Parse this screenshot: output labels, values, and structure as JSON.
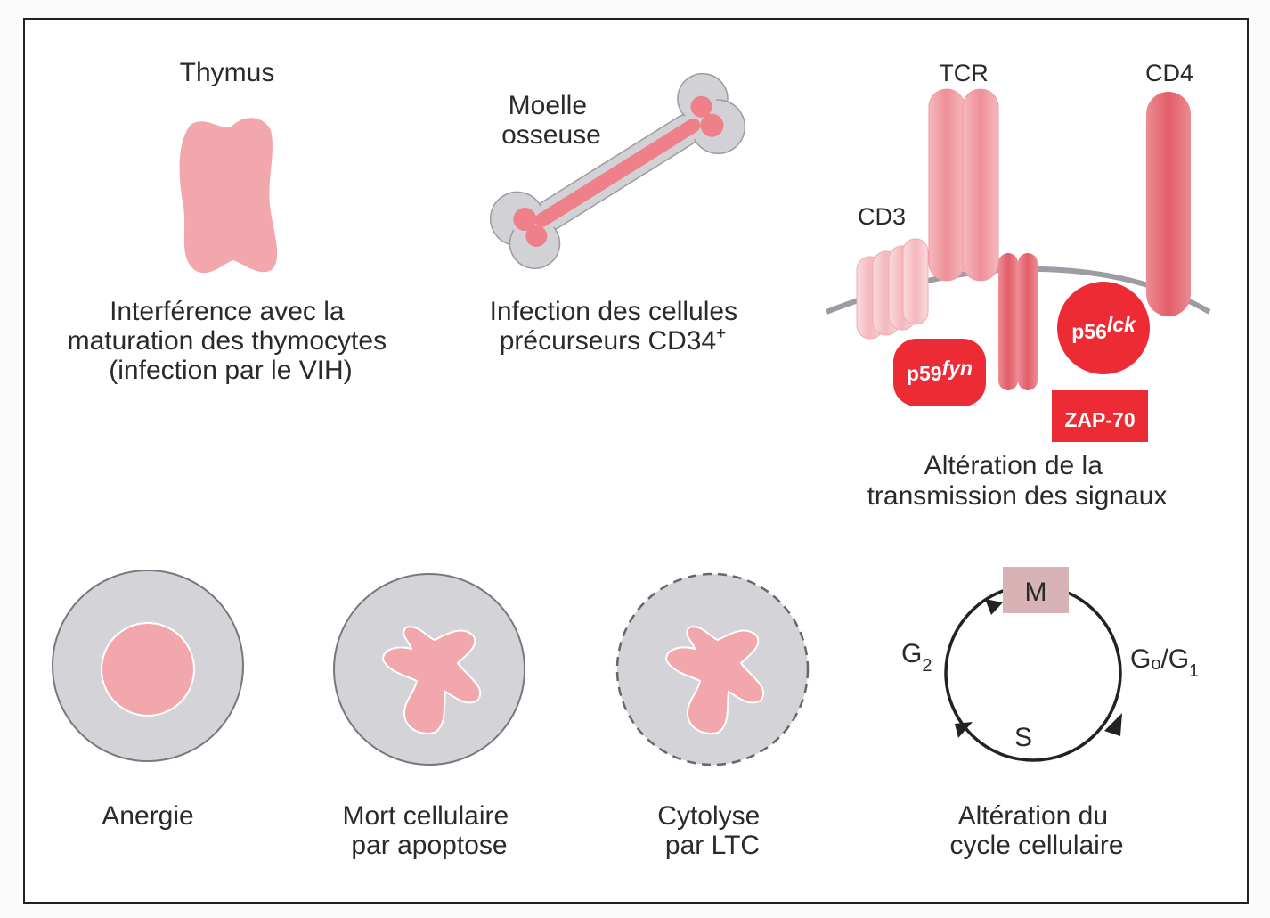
{
  "panels": {
    "thymus": {
      "title": "Thymus",
      "caption": [
        "Interférence avec la",
        "maturation des thymocytes",
        "(infection par le VIH)"
      ]
    },
    "bone_marrow": {
      "title": [
        "Moelle",
        "osseuse"
      ],
      "caption_line1": "Infection des cellules",
      "caption_line2": "précurseurs CD34",
      "caption_sup": "+"
    },
    "signaling": {
      "tcr": "TCR",
      "cd4": "CD4",
      "cd3": "CD3",
      "fyn_prefix": "p59",
      "fyn_italic": "fyn",
      "lck_prefix": "p56",
      "lck_italic": "lck",
      "zap70": "ZAP-70",
      "caption": [
        "Altération de la",
        "transmission des signaux"
      ]
    },
    "anergy": {
      "caption": "Anergie"
    },
    "apoptosis": {
      "caption": [
        "Mort cellulaire",
        "par apoptose"
      ]
    },
    "cytolysis": {
      "caption": [
        "Cytolyse",
        "par LTC"
      ]
    },
    "cell_cycle": {
      "m": "M",
      "g2": "G",
      "g2_sub": "2",
      "g0g1": "G",
      "g0_sub": "o",
      "g0g1_sep": "/G",
      "g1_sub": "1",
      "s": "S",
      "caption": [
        "Altération du",
        "cycle cellulaire"
      ]
    }
  },
  "colors": {
    "pink": "#f2a7ac",
    "pink_dark": "#e8737d",
    "red": "#ec2b34",
    "grey_cell": "#d4d4d8",
    "m_box": "#d7b3b6"
  }
}
